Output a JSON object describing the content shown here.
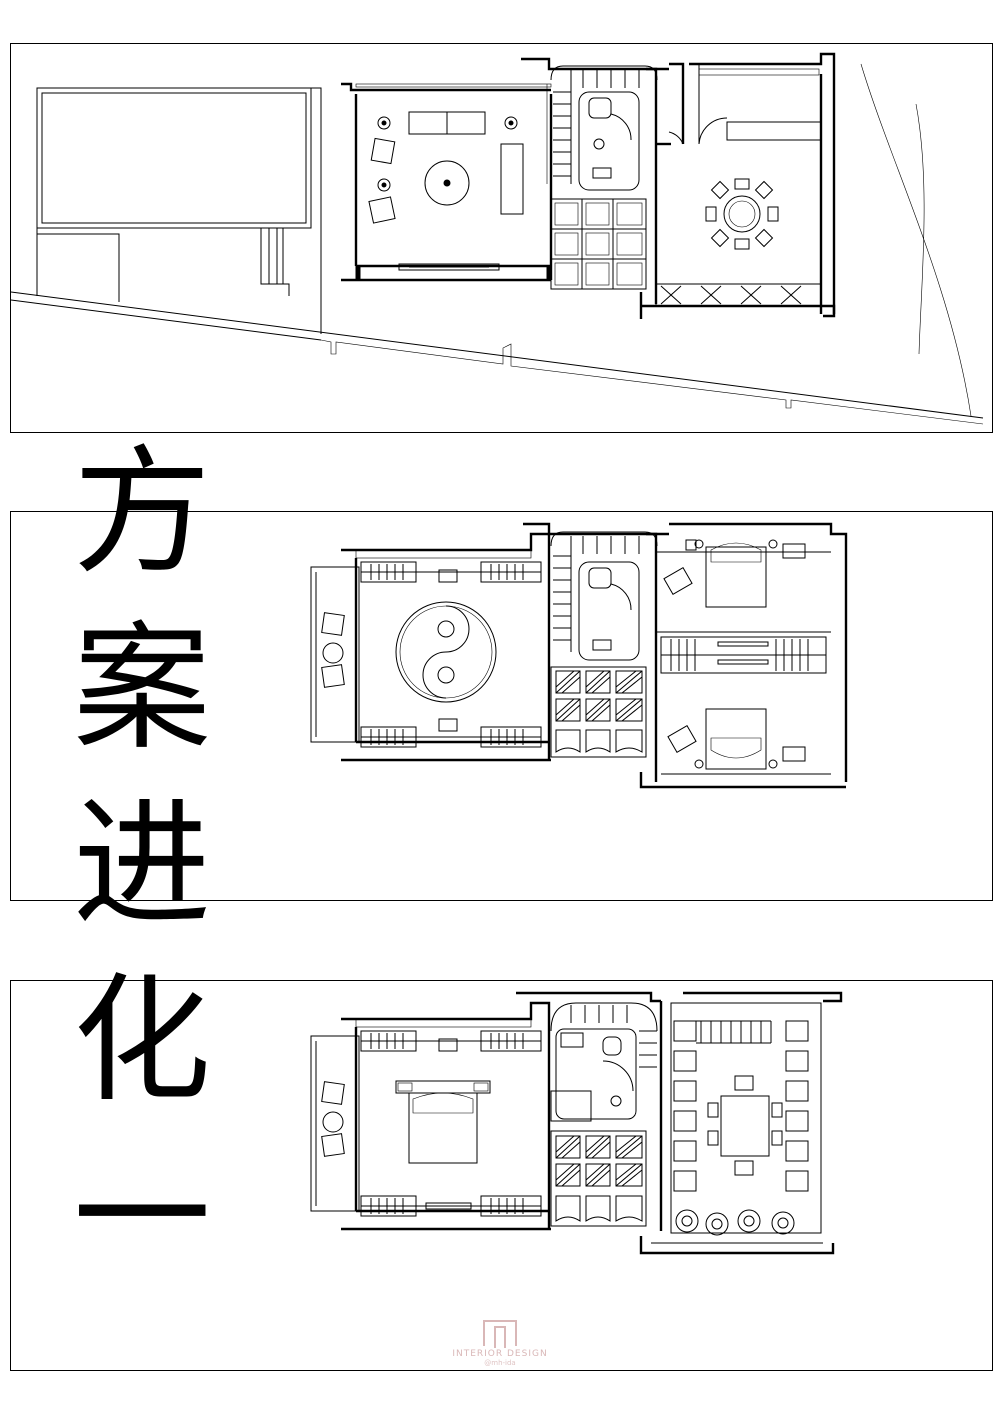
{
  "title": {
    "chars": [
      "方",
      "案",
      "进",
      "化",
      "一"
    ]
  },
  "watermark": {
    "brand": "INTERIOR DESIGN",
    "handle": "@mh-ida",
    "color": "#d9b7b7"
  },
  "panels": [
    {
      "id": "ground-floor-plan"
    },
    {
      "id": "second-floor-plan"
    },
    {
      "id": "third-floor-plan"
    }
  ],
  "colors": {
    "line": "#000000",
    "background": "#ffffff"
  }
}
